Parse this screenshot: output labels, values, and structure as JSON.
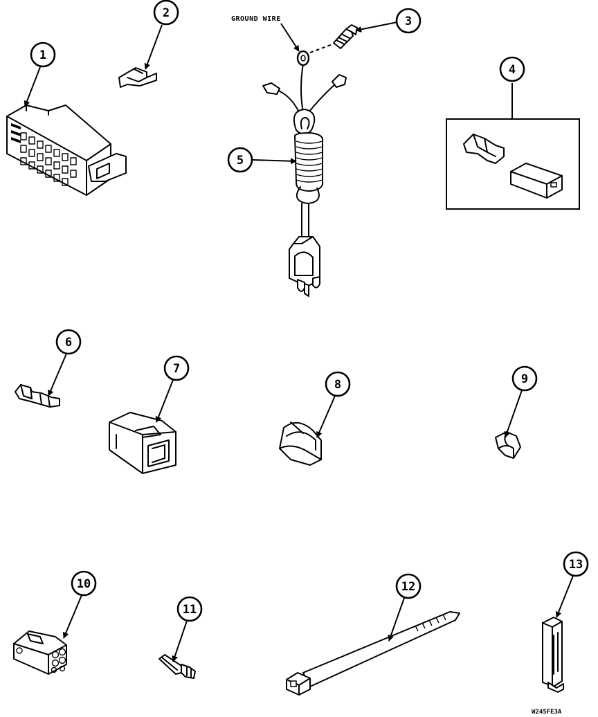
{
  "labels": {
    "ground_wire": "GROUND WIRE",
    "drawing_code": "W245FE3A"
  },
  "callouts": [
    {
      "part": "1",
      "text": "1"
    },
    {
      "part": "2",
      "text": "2"
    },
    {
      "part": "3",
      "text": "3"
    },
    {
      "part": "4",
      "text": "4"
    },
    {
      "part": "5",
      "text": "5"
    },
    {
      "part": "6",
      "text": "6"
    },
    {
      "part": "7",
      "text": "7"
    },
    {
      "part": "8",
      "text": "8"
    },
    {
      "part": "9",
      "text": "9"
    },
    {
      "part": "10",
      "text": "10"
    },
    {
      "part": "11",
      "text": "11"
    },
    {
      "part": "12",
      "text": "12"
    },
    {
      "part": "13",
      "text": "13"
    }
  ]
}
